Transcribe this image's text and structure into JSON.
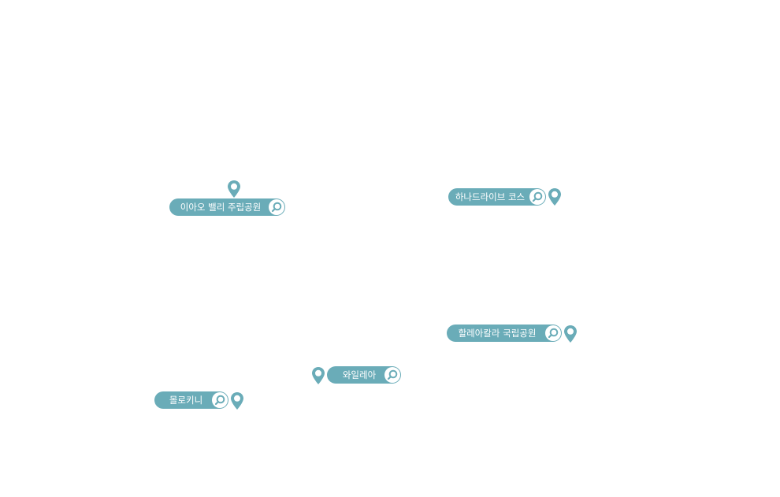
{
  "map": {
    "accent_color": "#6aacb8",
    "markers": [
      {
        "id": "iao",
        "label": "이아오 밸리 주립공원",
        "pin_icon": "map-pin-icon",
        "search_icon": "magnifier-icon"
      },
      {
        "id": "hana",
        "label": "하나드라이브 코스",
        "pin_icon": "map-pin-icon",
        "search_icon": "magnifier-icon"
      },
      {
        "id": "haleakala",
        "label": "할레아칼라 국립공원",
        "pin_icon": "map-pin-icon",
        "search_icon": "magnifier-icon"
      },
      {
        "id": "wailea",
        "label": "와일레아",
        "pin_icon": "map-pin-icon",
        "search_icon": "magnifier-icon"
      },
      {
        "id": "molokini",
        "label": "몰로키니",
        "pin_icon": "map-pin-icon",
        "search_icon": "magnifier-icon"
      }
    ]
  }
}
